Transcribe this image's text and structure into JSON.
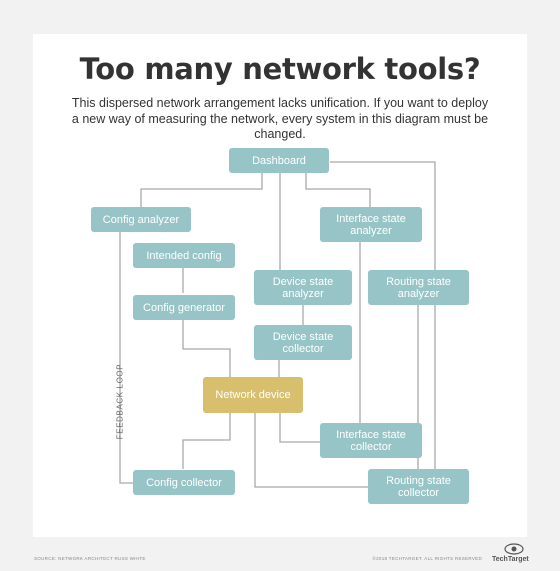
{
  "title": "Too many network tools?",
  "subtitle": "This dispersed network arrangement lacks unification. If you want to deploy a new way of measuring the network, every system in this diagram must be changed.",
  "nodes": {
    "dashboard": "Dashboard",
    "config_analyzer": "Config analyzer",
    "interface_state_analyzer": "Interface state analyzer",
    "intended_config": "Intended config",
    "device_state_analyzer": "Device state analyzer",
    "routing_state_analyzer": "Routing state analyzer",
    "config_generator": "Config generator",
    "device_state_collector": "Device state collector",
    "network_device": "Network device",
    "interface_state_collector": "Interface state collector",
    "config_collector": "Config collector",
    "routing_state_collector": "Routing state collector"
  },
  "feedback_label": "FEEDBACK LOOP",
  "source": "SOURCE: NETWORK ARCHITECT RUSS WHITE",
  "copyright": "©2018 TECHTARGET. ALL RIGHTS RESERVED",
  "logo_text": "TechTarget",
  "colors": {
    "node": "#97c4c6",
    "network_device": "#d8bf6e",
    "connector": "#a9a9a9",
    "background": "#f2f2f2",
    "card": "#ffffff"
  }
}
